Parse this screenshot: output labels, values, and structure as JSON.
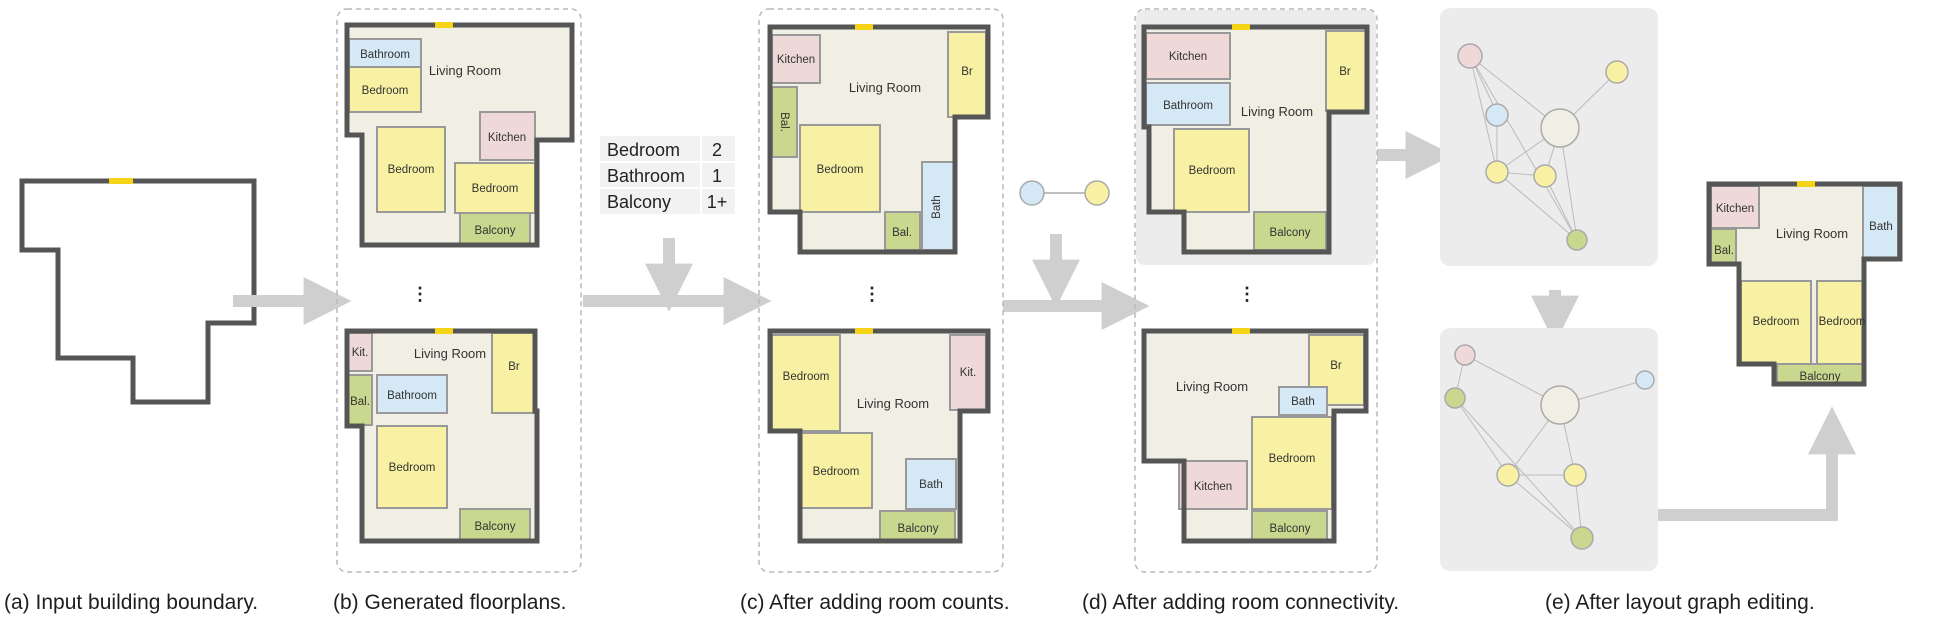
{
  "colors": {
    "bedroom": "#f8f1a3",
    "bathroom": "#d4e8f6",
    "kitchen": "#eed9d8",
    "balcony": "#c9d88e",
    "living": "#f1efe3",
    "wall": "#555555",
    "door_window": "#ffffff",
    "entrance": "#f5d418",
    "arrow": "#cfcfcf",
    "panel_bg": "#ececec",
    "panel_border": "#b9b9b9",
    "node_living": "#f1efe3",
    "node_bedroom": "#f8f1a3",
    "node_bathroom": "#d4e8f6",
    "node_kitchen": "#eed9d8",
    "node_balcony": "#c9d88e"
  },
  "captions": {
    "a": "(a) Input building boundary.",
    "b": "(b) Generated floorplans.",
    "c": "(c) After adding room counts.",
    "d": "(d) After adding room connectivity.",
    "e": "(e) After layout graph editing."
  },
  "ellipsis": "⋮",
  "room_counts": [
    {
      "room": "Bedroom",
      "count": "2"
    },
    {
      "room": "Bathroom",
      "count": "1"
    },
    {
      "room": "Balcony",
      "count": "1+"
    }
  ],
  "labels": {
    "b1": [
      "Bathroom",
      "Living Room",
      "Bedroom",
      "Kitchen",
      "Bedroom",
      "Bedroom",
      "Balcony"
    ],
    "b2": [
      "Kit.",
      "Living Room",
      "Br",
      "Bal.",
      "Bathroom",
      "Bedroom",
      "Balcony"
    ],
    "c1": [
      "Kitchen",
      "Living Room",
      "Br",
      "Bal.",
      "Bedroom",
      "Bath",
      "Bal."
    ],
    "c2": [
      "Bedroom",
      "Living Room",
      "Kit.",
      "Bedroom",
      "Bath",
      "Balcony"
    ],
    "d1": [
      "Kitchen",
      "Bathroom",
      "Living Room",
      "Br",
      "Bedroom",
      "Balcony"
    ],
    "d2": [
      "Living Room",
      "Br",
      "Bath",
      "Bedroom",
      "Kitchen",
      "Balcony"
    ],
    "e": [
      "Kitchen",
      "Living Room",
      "Bath",
      "Bal.",
      "Bedroom",
      "Bedroom",
      "Balcony"
    ]
  }
}
